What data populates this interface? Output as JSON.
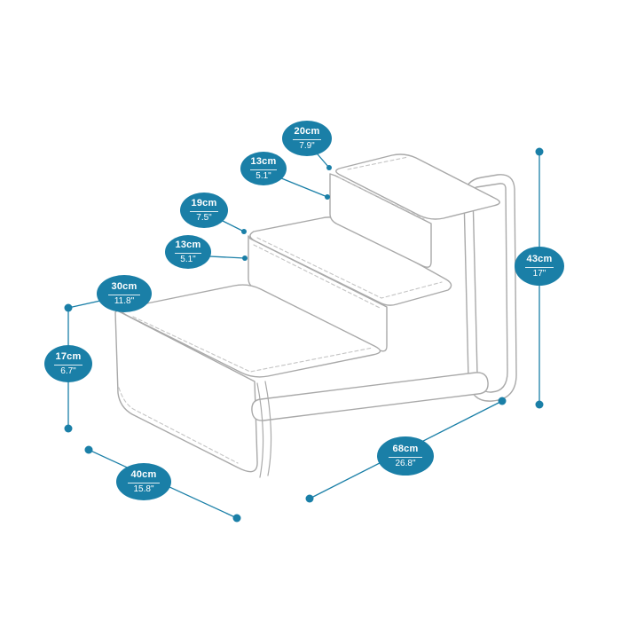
{
  "diagram": {
    "colors": {
      "accent": "#1a7fa7",
      "outline": "#a9a9a9",
      "stitch": "#c4c4c4",
      "background": "#ffffff"
    },
    "badges": [
      {
        "name": "top-step-depth",
        "cm": "20cm",
        "inch": "7.9\""
      },
      {
        "name": "top-step-height",
        "cm": "13cm",
        "inch": "5.1\""
      },
      {
        "name": "middle-step-depth",
        "cm": "19cm",
        "inch": "7.5\""
      },
      {
        "name": "middle-step-height",
        "cm": "13cm",
        "inch": "5.1\""
      },
      {
        "name": "bottom-step-depth",
        "cm": "30cm",
        "inch": "11.8\""
      },
      {
        "name": "bottom-step-height",
        "cm": "17cm",
        "inch": "6.7\""
      },
      {
        "name": "overall-width",
        "cm": "40cm",
        "inch": "15.8\""
      },
      {
        "name": "overall-length",
        "cm": "68cm",
        "inch": "26.8\""
      },
      {
        "name": "overall-height",
        "cm": "43cm",
        "inch": "17\""
      }
    ]
  }
}
